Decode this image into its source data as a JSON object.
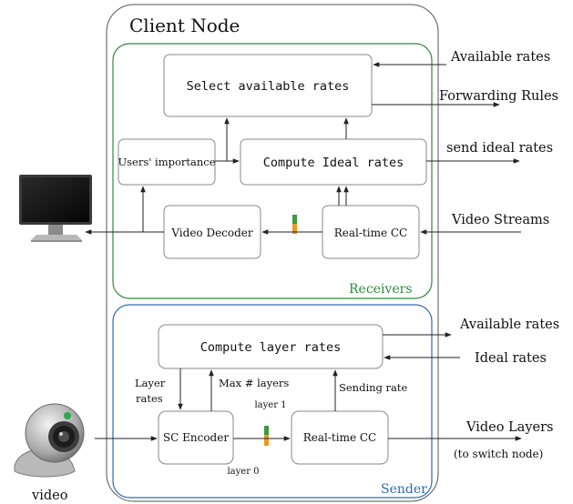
{
  "title": "Client Node",
  "receivers": {
    "label": "Receivers",
    "select_rates": "Select available rates",
    "compute_ideal": "Compute Ideal rates",
    "users_importance": "Users' importance",
    "video_decoder": "Video Decoder",
    "realtime_cc": "Real-time CC"
  },
  "sender": {
    "label": "Sender",
    "compute_layer": "Compute layer rates",
    "sc_encoder": "SC Encoder",
    "realtime_cc": "Real-time CC",
    "layer_rates_line1": "Layer",
    "layer_rates_line2": "rates",
    "max_layers": "Max # layers",
    "sending_rate": "Sending rate",
    "layer1": "layer 1",
    "layer0": "layer 0"
  },
  "external": {
    "available_rates_in": "Available rates",
    "forwarding_rules": "Forwarding Rules",
    "send_ideal_rates": "send ideal rates",
    "video_streams": "Video Streams",
    "available_rates_out": "Available rates",
    "ideal_rates": "Ideal rates",
    "video_layers": "Video Layers",
    "to_switch_node": "(to switch node)",
    "video": "video"
  },
  "colors": {
    "receivers_border": "#2e8b3a",
    "receivers_label": "#2e8b3a",
    "sender_border": "#2a6db5",
    "sender_label": "#2a6db5",
    "layer_top": "#3c9b3c",
    "layer_bottom": "#f0961e"
  },
  "icons": {
    "monitor": "monitor-icon",
    "webcam": "webcam-icon"
  }
}
